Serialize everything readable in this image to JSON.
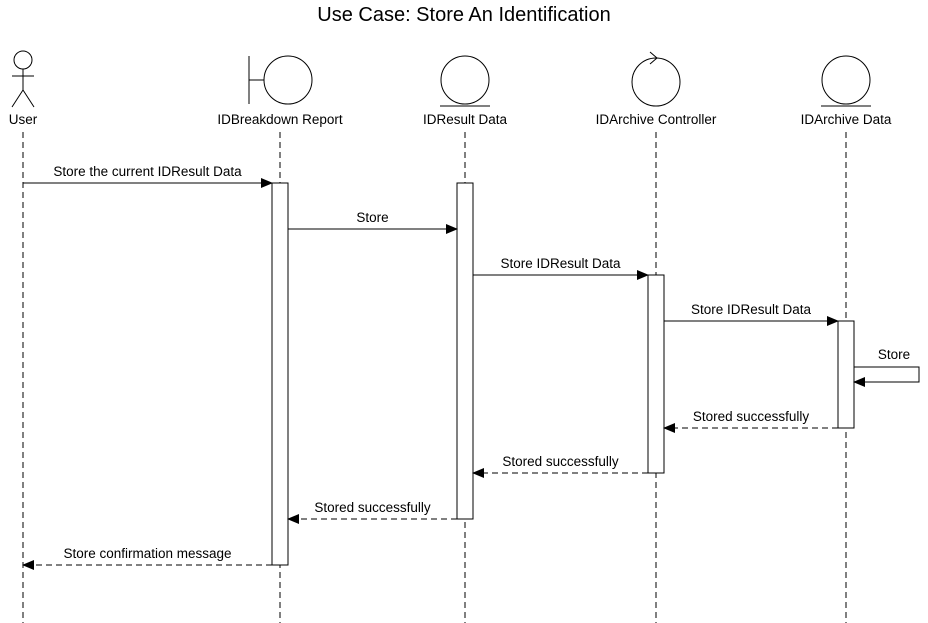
{
  "diagram": {
    "title": "Use Case: Store An Identification",
    "participants": [
      {
        "id": "user",
        "label": "User",
        "kind": "actor"
      },
      {
        "id": "report",
        "label": "IDBreakdown Report",
        "kind": "boundary"
      },
      {
        "id": "result",
        "label": "IDResult Data",
        "kind": "entity"
      },
      {
        "id": "controller",
        "label": "IDArchive Controller",
        "kind": "control"
      },
      {
        "id": "archive",
        "label": "IDArchive Data",
        "kind": "entity"
      }
    ],
    "messages": [
      {
        "from": "user",
        "to": "report",
        "label": "Store the current IDResult Data",
        "style": "sync"
      },
      {
        "from": "report",
        "to": "result",
        "label": "Store",
        "style": "sync"
      },
      {
        "from": "result",
        "to": "controller",
        "label": "Store IDResult Data",
        "style": "sync"
      },
      {
        "from": "controller",
        "to": "archive",
        "label": "Store IDResult Data",
        "style": "sync"
      },
      {
        "from": "archive",
        "to": "archive",
        "label": "Store",
        "style": "self"
      },
      {
        "from": "archive",
        "to": "controller",
        "label": "Stored successfully",
        "style": "return"
      },
      {
        "from": "controller",
        "to": "result",
        "label": "Stored successfully",
        "style": "return"
      },
      {
        "from": "result",
        "to": "report",
        "label": "Stored successfully",
        "style": "return"
      },
      {
        "from": "report",
        "to": "user",
        "label": "Store confirmation message",
        "style": "return"
      }
    ]
  }
}
